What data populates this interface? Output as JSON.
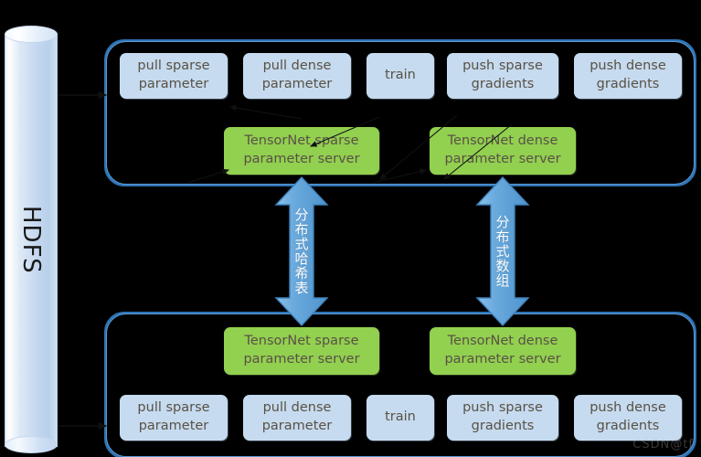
{
  "diagram": {
    "title": "TensorNet distributed training architecture",
    "background_color": "#000000",
    "storage": {
      "label": "HDFS",
      "shape": "cylinder",
      "fill_color": "#c6dbef"
    },
    "groups": [
      {
        "id": "worker-group-top",
        "frame_color": "#2e74b5",
        "tasks": [
          {
            "id": "pull-sparse-parameter",
            "label": "pull sparse parameter"
          },
          {
            "id": "pull-dense-parameter",
            "label": "pull dense parameter"
          },
          {
            "id": "train",
            "label": "train"
          },
          {
            "id": "push-sparse-gradients",
            "label": "push sparse gradients"
          },
          {
            "id": "push-dense-gradients",
            "label": "push dense gradients"
          }
        ],
        "servers": [
          {
            "id": "tensornet-sparse-parameter-server",
            "label": "TensorNet sparse parameter server"
          },
          {
            "id": "tensornet-dense-parameter-server",
            "label": "TensorNet dense parameter server"
          }
        ]
      },
      {
        "id": "worker-group-bottom",
        "frame_color": "#2e74b5",
        "tasks": [
          {
            "id": "pull-sparse-parameter",
            "label": "pull sparse parameter"
          },
          {
            "id": "pull-dense-parameter",
            "label": "pull dense parameter"
          },
          {
            "id": "train",
            "label": "train"
          },
          {
            "id": "push-sparse-gradients",
            "label": "push sparse gradients"
          },
          {
            "id": "push-dense-gradients",
            "label": "push dense gradients"
          }
        ],
        "servers": [
          {
            "id": "tensornet-sparse-parameter-server",
            "label": "TensorNet sparse parameter server"
          },
          {
            "id": "tensornet-dense-parameter-server",
            "label": "TensorNet dense parameter server"
          }
        ]
      }
    ],
    "connectors": [
      {
        "id": "sparse-link",
        "label": "分布式哈希表",
        "color": "#5b9bd5",
        "direction": "double-vertical"
      },
      {
        "id": "dense-link",
        "label": "分布式数组",
        "color": "#5b9bd5",
        "direction": "double-vertical"
      }
    ],
    "task_box_color": "#c6dbef",
    "server_box_color": "#92d050",
    "text_color": "#595145",
    "watermark": "CSDN@tf"
  }
}
